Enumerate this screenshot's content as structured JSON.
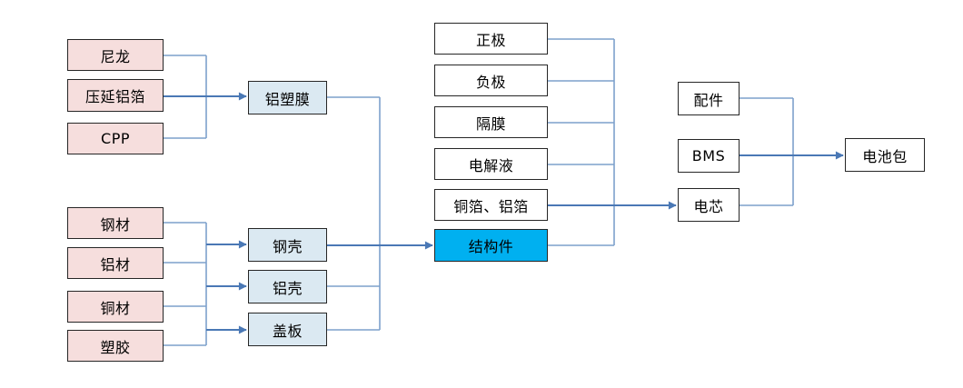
{
  "nodes": {
    "nylon": {
      "label": "尼龙"
    },
    "rolled_aluminum_foil": {
      "label": "压延铝箔"
    },
    "cpp": {
      "label": "CPP"
    },
    "steel": {
      "label": "钢材"
    },
    "aluminum": {
      "label": "铝材"
    },
    "copper": {
      "label": "铜材"
    },
    "plastic": {
      "label": "塑胶"
    },
    "aluminum_plastic_film": {
      "label": "铝塑膜"
    },
    "steel_shell": {
      "label": "钢壳"
    },
    "aluminum_shell": {
      "label": "铝壳"
    },
    "cover_plate": {
      "label": "盖板"
    },
    "cathode": {
      "label": "正极"
    },
    "anode": {
      "label": "负极"
    },
    "separator": {
      "label": "隔膜"
    },
    "electrolyte": {
      "label": "电解液"
    },
    "copper_aluminum_foil": {
      "label": "铜箔、铝箔"
    },
    "structural_parts": {
      "label": "结构件"
    },
    "accessories": {
      "label": "配件"
    },
    "bms": {
      "label": "BMS"
    },
    "battery_cell": {
      "label": "电芯"
    },
    "battery_pack": {
      "label": "电池包"
    }
  },
  "colors": {
    "raw_material_fill": "#f6dedd",
    "component_fill": "#dbe9f2",
    "highlight_fill": "#00b0f0",
    "plain_fill": "#ffffff",
    "box_border": "#262626",
    "connector": "#7da0cc",
    "connector_arrow": "#4a78b5",
    "text": "#000000"
  }
}
